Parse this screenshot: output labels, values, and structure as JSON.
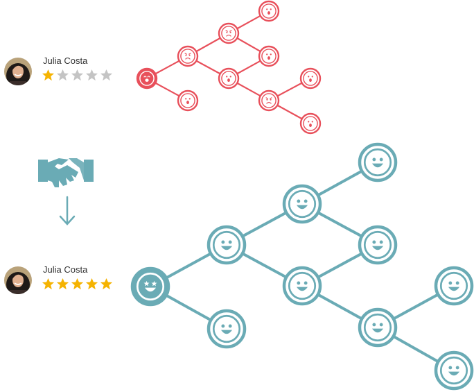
{
  "colors": {
    "unhappy": "#e8505b",
    "happy": "#6aabb5",
    "star_on": "#f5b301",
    "star_off": "#c4c4c4"
  },
  "before": {
    "name": "Julia Costa",
    "rating": 1,
    "max_rating": 5
  },
  "after": {
    "name": "Julia Costa",
    "rating": 5,
    "max_rating": 5
  },
  "icons": {
    "handshake": "handshake-icon",
    "arrow": "arrow-down-icon"
  }
}
